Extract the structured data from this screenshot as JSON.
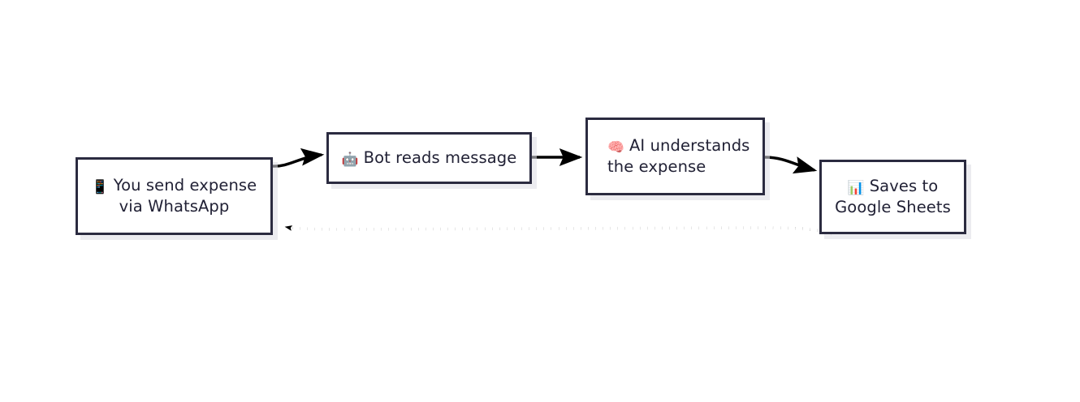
{
  "diagram": {
    "type": "flowchart",
    "orientation": "left-to-right",
    "title": "",
    "colors": {
      "node_border": "#2b2b40",
      "node_fill": "#ffffff",
      "node_text": "#212135",
      "edge": "#000000",
      "shadow": "#dcdce4",
      "background": "#ffffff"
    },
    "nodes": [
      {
        "id": "whatsapp",
        "icon": "mobile-phone-emoji",
        "icon_glyph": "📱",
        "lines": [
          "You send expense",
          "via WhatsApp"
        ],
        "text_align": "center"
      },
      {
        "id": "bot",
        "icon": "robot-emoji",
        "icon_glyph": "🤖",
        "lines": [
          "Bot reads message"
        ],
        "text_align": "center"
      },
      {
        "id": "ai",
        "icon": "brain-emoji",
        "icon_glyph": "🧠",
        "lines": [
          "AI understands",
          "the expense"
        ],
        "text_align": "left"
      },
      {
        "id": "sheets",
        "icon": "bar-chart-emoji",
        "icon_glyph": "📊",
        "lines": [
          "Saves to",
          "Google Sheets"
        ],
        "text_align": "center"
      }
    ],
    "edges": [
      {
        "id": "edge-whatsapp-bot",
        "from": "whatsapp",
        "to": "bot",
        "style": "solid",
        "label": "",
        "shape": "curve-up"
      },
      {
        "id": "edge-bot-ai",
        "from": "bot",
        "to": "ai",
        "style": "solid",
        "label": "",
        "shape": "straight"
      },
      {
        "id": "edge-ai-sheets",
        "from": "ai",
        "to": "sheets",
        "style": "solid",
        "label": "",
        "shape": "curve-down"
      },
      {
        "id": "edge-sheets-whatsapp",
        "from": "sheets",
        "to": "whatsapp",
        "style": "dotted",
        "label": "",
        "shape": "feedback-loop"
      }
    ]
  }
}
